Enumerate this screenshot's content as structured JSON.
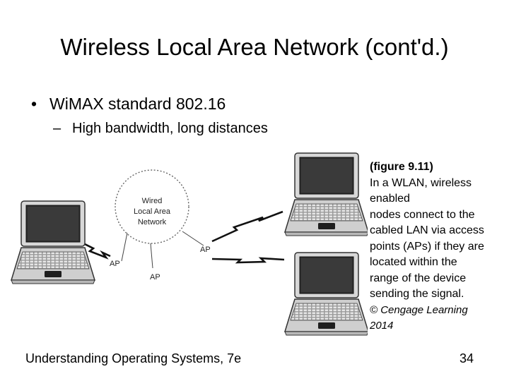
{
  "slide": {
    "title": "Wireless Local Area Network (cont'd.)",
    "bullets": [
      {
        "marker": "•",
        "text": "WiMAX standard 802.16",
        "sub": [
          {
            "marker": "–",
            "text": "High bandwidth, long distances"
          }
        ]
      }
    ]
  },
  "figure": {
    "cloud_label": [
      "Wired",
      "Local Area",
      "Network"
    ],
    "ap_labels": [
      "AP",
      "AP",
      "AP"
    ],
    "caption_title": "(figure 9.11)",
    "caption_lines": [
      "In a WLAN, wireless",
      "enabled",
      "nodes connect to the",
      "cabled LAN via access",
      "points (APs) if they are",
      "located within the",
      "range of the device",
      "sending the signal."
    ],
    "credit_lines": [
      "© Cengage Learning",
      "2014"
    ]
  },
  "footer": {
    "course": "Understanding Operating Systems, 7e",
    "page_number": "34"
  }
}
